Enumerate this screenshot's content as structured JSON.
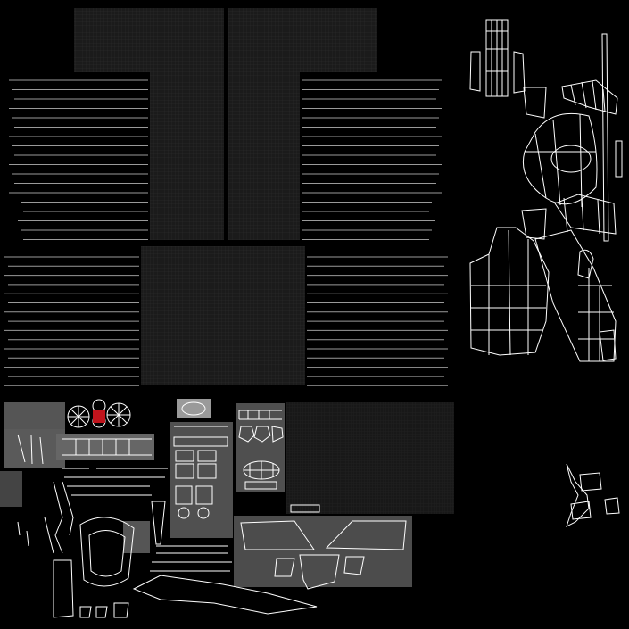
{
  "texture": {
    "background": "#000000",
    "mesh_fill": "#1a1a1a",
    "grid_line": "#2b2b2b",
    "wire": "#ffffff",
    "panel_fill": "#595959",
    "panel_fill_light": "#8a8a8a",
    "accent": "#c0141c"
  },
  "islands": [
    "torso-front-panel",
    "torso-back-panel",
    "lower-body-panel",
    "bottom-right-panel",
    "strap-lines-left",
    "strap-lines-right",
    "character-wireframe-main",
    "character-wireframe-small",
    "accessory-panels",
    "shoe-islands",
    "visor-islands"
  ]
}
